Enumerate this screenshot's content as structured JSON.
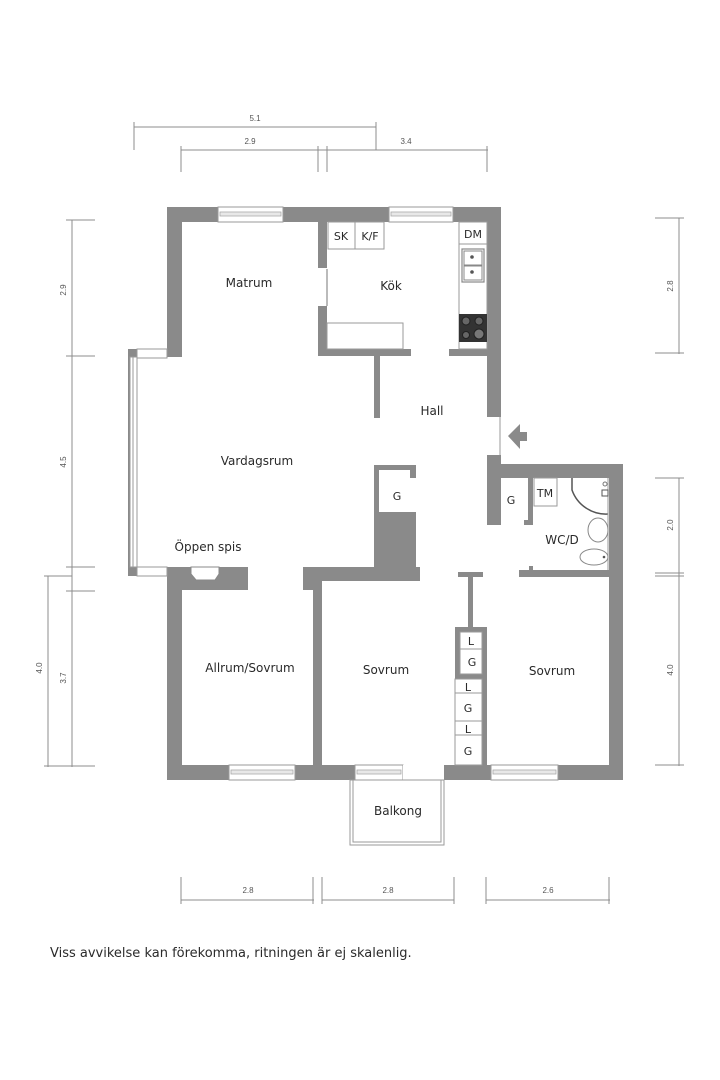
{
  "plan": {
    "rooms": {
      "matrum": "Matrum",
      "kok": "Kök",
      "hall": "Hall",
      "vardagsrum": "Vardagsrum",
      "oppen_spis": "Öppen spis",
      "allrum_sovrum": "Allrum/Sovrum",
      "sovrum_mid": "Sovrum",
      "sovrum_right": "Sovrum",
      "balkong": "Balkong",
      "wc_d": "WC/D"
    },
    "fixtures": {
      "sk": "SK",
      "kf": "K/F",
      "dm": "DM",
      "tm": "TM",
      "g_hall_closet": "G",
      "g_entry_closet": "G",
      "closet_stack": [
        "L",
        "G",
        "L",
        "G",
        "L",
        "G"
      ]
    },
    "dimensions": {
      "top": [
        "5.1",
        "2.9",
        "3.4"
      ],
      "left": [
        "2.9",
        "4.5",
        "4.0",
        "3.7"
      ],
      "right": [
        "2.8",
        "2.0",
        "4.0"
      ],
      "bottom": [
        "2.8",
        "2.8",
        "2.6"
      ]
    },
    "entrance_icon": "entrance-arrow-icon"
  },
  "footer": {
    "disclaimer": "Viss avvikelse kan förekomma, ritningen är ej skalenlig."
  }
}
